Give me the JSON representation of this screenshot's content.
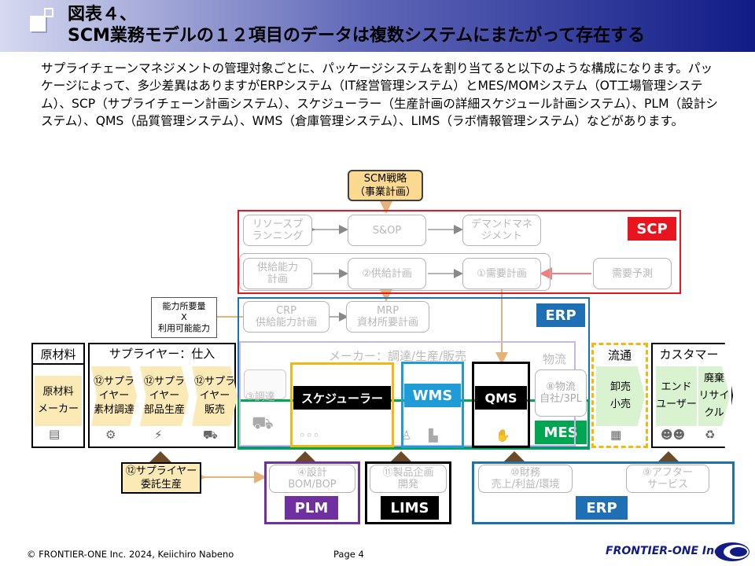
{
  "title": {
    "line1": "図表４、",
    "line2": "SCM業務モデルの１２項目のデータは複数システムにまたがって存在する"
  },
  "intro": "サプライチェーンマネジメントの管理対象ごとに、パッケージシステムを割り当てると以下のような構成になります。パッケージによって、多少差異はありますがERPシステム（IT経営管理システム）とMES/MOMシステム（OT工場管理システム）、SCP（サプライチェーン計画システム）、スケジューラー（生産計画の詳細スケジュール計画システム）、PLM（設計システム）、QMS（品質管理システム）、WMS（倉庫管理システム）、LIMS（ラボ情報管理システム）などがあります。",
  "strategy": {
    "line1": "SCM戦略",
    "line2": "（事業計画）"
  },
  "capacity_note": {
    "line1": "能力所要量",
    "line2": "X",
    "line3": "利用可能能力"
  },
  "planning": {
    "resource_planning": {
      "line1": "リソースプ",
      "line2": "ランニング"
    },
    "sop": "S&OP",
    "demand_management": {
      "line1": "デマンドマネ",
      "line2": "ジメント"
    },
    "capacity_plan": {
      "line1": "供給能力",
      "line2": "計画"
    },
    "supply_plan": "②供給計画",
    "demand_plan": "①需要計画",
    "forecast": "需要予測",
    "crp": {
      "line1": "CRP",
      "line2": "供給能力計画"
    },
    "mrp": {
      "line1": "MRP",
      "line2": "資材所要計画"
    }
  },
  "systems": {
    "scp": "SCP",
    "erp_top": "ERP",
    "scheduler": "スケジューラー",
    "wms": "WMS",
    "qms": "QMS",
    "mes": "MES",
    "plm": "PLM",
    "lims": "LIMS",
    "erp_bottom": "ERP"
  },
  "chain": {
    "raw_material": {
      "header": "原材料",
      "line1": "原材料",
      "line2": "メーカー"
    },
    "supplier": {
      "header": "サプライヤー：仕入",
      "items": [
        {
          "line1": "⑫サプラ",
          "line2": "イヤー",
          "line3": "素材調達"
        },
        {
          "line1": "⑫サプラ",
          "line2": "イヤー",
          "line3": "部品生産"
        },
        {
          "line1": "⑫サプラ",
          "line2": "イヤー",
          "line3": "販売"
        }
      ]
    },
    "maker_header": "メーカー：調達/生産/販売",
    "logistics_header": "物流",
    "procurement": "③調達",
    "logistics_item": {
      "line1": "⑧物流",
      "line2": "自社/3PL"
    },
    "distribution": {
      "header": "流通",
      "line1": "卸売",
      "line2": "小売"
    },
    "customer": {
      "header": "カスタマー",
      "end_user": {
        "line1": "エンド",
        "line2": "ユーザー"
      },
      "recycle": {
        "line1": "廃棄",
        "line2": "リサイ",
        "line3": "クル"
      }
    }
  },
  "bottom": {
    "consignment": {
      "line1": "⑫サプライヤー",
      "line2": "委託生産"
    },
    "design": {
      "line1": "④設計",
      "line2": "BOM/BOP"
    },
    "product_planning": {
      "line1": "⑪製品企画",
      "line2": "開発"
    },
    "finance": {
      "line1": "⑩財務",
      "line2": "売上/利益/環境"
    },
    "after_service": {
      "line1": "⑨アフター",
      "line2": "サービス"
    }
  },
  "footer": {
    "copyright": "© FRONTIER-ONE Inc. 2024,  Keiichiro  Nabeno",
    "page": "Page 4",
    "logo": "FRONTIER-ONE Inc."
  },
  "colors": {
    "scp_red": "#e8141e",
    "erp_blue": "#1f6fb5",
    "mes_green": "#00a651",
    "plm_purple": "#7030a0",
    "scheduler_yellow": "#f2b810",
    "strategy_orange": "#fbd990",
    "header_navy": "#111c86",
    "distribution_yellow": "#f2b810"
  }
}
